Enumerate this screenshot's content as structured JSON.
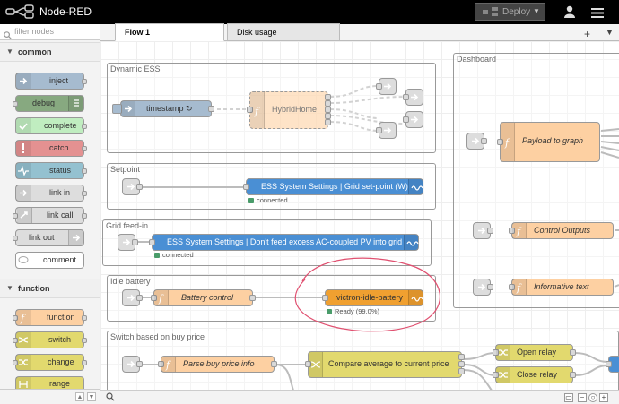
{
  "app": {
    "title": "Node-RED",
    "deploy_label": "Deploy"
  },
  "palette": {
    "filter_placeholder": "filter nodes",
    "categories": [
      {
        "name": "common",
        "nodes": [
          "inject",
          "debug",
          "complete",
          "catch",
          "status",
          "link in",
          "link call",
          "link out",
          "comment"
        ]
      },
      {
        "name": "function",
        "nodes": [
          "function",
          "switch",
          "change",
          "range"
        ]
      }
    ]
  },
  "tabs": [
    {
      "label": "Flow 1",
      "active": true
    },
    {
      "label": "Disk usage",
      "active": false
    }
  ],
  "groups": {
    "dynamic_ess": "Dynamic ESS",
    "setpoint": "Setpoint",
    "grid_feed_in": "Grid feed-in",
    "idle_battery": "Idle battery",
    "switch_buy_price": "Switch based on buy price",
    "dashboard": "Dashboard"
  },
  "nodes": {
    "timestamp": "timestamp ↻",
    "hybridhome": "HybridHome",
    "grid_setpoint": "ESS System Settings | Grid set-point (W)",
    "grid_setpoint_status": "connected",
    "feed_excess": "ESS System Settings | Don't feed excess AC-coupled PV into grid",
    "feed_excess_status": "connected",
    "battery_control": "Battery control",
    "idle_battery": "victron-idle-battery",
    "idle_battery_status": "Ready (99.0%)",
    "parse_buy_price": "Parse buy price info",
    "compare_average": "Compare average to current price",
    "open_relay": "Open relay",
    "close_relay": "Close relay",
    "payload_to_graph": "Payload to graph",
    "control_outputs": "Control Outputs",
    "informative_text": "Informative text"
  },
  "colors": {
    "inject": "#a6bbcf",
    "debug": "#87a980",
    "complete": "#c0edc0",
    "catch": "#e49191",
    "status": "#94c1d0",
    "link": "#dddddd",
    "function": "#fdd0a2",
    "switch": "#e2d96e",
    "victron_blue": "#4a8fd4",
    "victron_orange": "#f0a030",
    "annotation": "#e05070"
  }
}
